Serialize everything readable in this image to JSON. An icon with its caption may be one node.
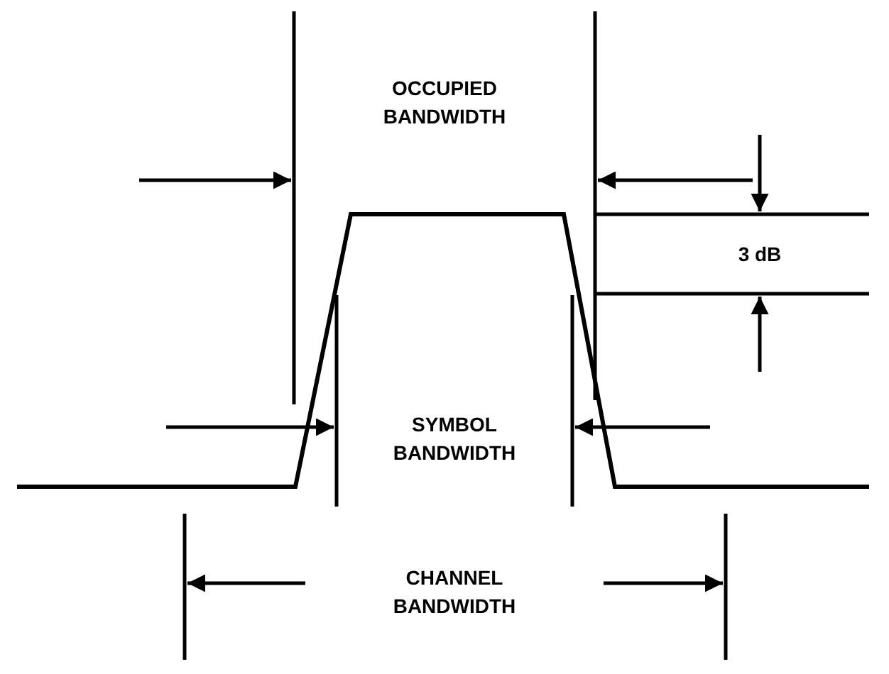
{
  "diagram": {
    "labels": [
      "OCCUPIED BANDWIDTH",
      "3 dB",
      "SYMBOL BANDWIDTH",
      "CHANNEL BANDWIDTH"
    ]
  }
}
